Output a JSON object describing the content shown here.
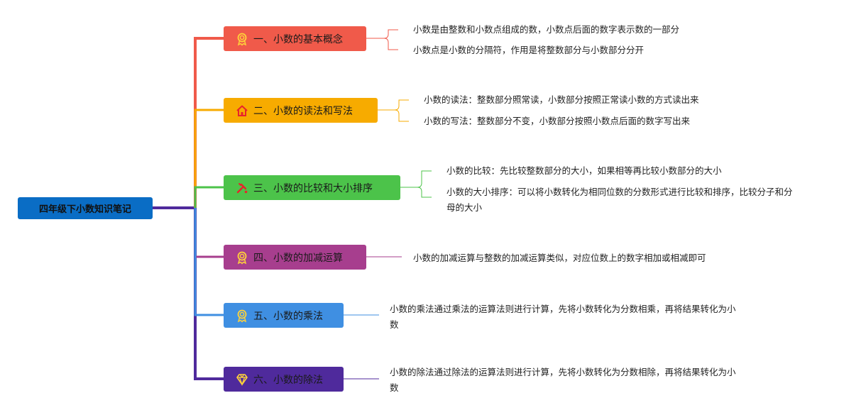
{
  "root": {
    "label": "四年级下小数知识笔记"
  },
  "branches": [
    {
      "label": "一、小数的基本概念",
      "color": "#f05a4a",
      "icon": "award-ribbon-icon",
      "leaves": [
        "小数是由整数和小数点组成的数，小数点后面的数字表示数的一部分",
        "小数点是小数的分隔符，作用是将整数部分与小数部分分开"
      ]
    },
    {
      "label": "二、小数的读法和写法",
      "color": "#f7ab00",
      "icon": "house-icon",
      "leaves": [
        "小数的读法：整数部分照常读，小数部分按照正常读小数的方式读出来",
        "小数的写法：整数部分不变，小数部分按照小数点后面的数字写出来"
      ]
    },
    {
      "label": "三、小数的比较和大小排序",
      "color": "#4cc34a",
      "icon": "tools-icon",
      "leaves": [
        "小数的比较：先比较整数部分的大小，如果相等再比较小数部分的大小",
        "小数的大小排序：可以将小数转化为相同位数的分数形式进行比较和排序，比较分子和分母的大小"
      ]
    },
    {
      "label": "四、小数的加减运算",
      "color": "#a73e8e",
      "icon": "award-ribbon-icon",
      "leaves": [
        "小数的加减运算与整数的加减运算类似，对应位数上的数字相加或相减即可"
      ]
    },
    {
      "label": "五、小数的乘法",
      "color": "#3f8fe2",
      "icon": "award-ribbon-icon",
      "leaves": [
        "小数的乘法通过乘法的运算法则进行计算，先将小数转化为分数相乘，再将结果转化为小数"
      ]
    },
    {
      "label": "六、小数的除法",
      "color": "#4f2a9c",
      "icon": "diamond-icon",
      "leaves": [
        "小数的除法通过除法的运算法则进行计算，先将小数转化为分数相除，再将结果转化为小数"
      ]
    }
  ],
  "trunk_color": "#4f2a9c"
}
